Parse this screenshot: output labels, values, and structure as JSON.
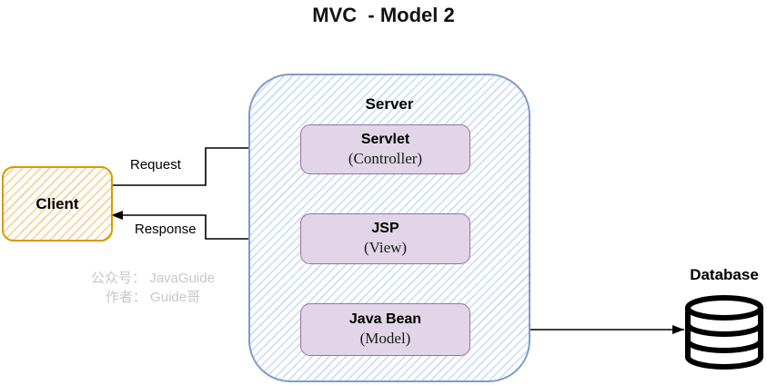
{
  "title": "MVC  - Model 2",
  "client": {
    "label": "Client"
  },
  "server": {
    "label": "Server",
    "components": [
      {
        "name": "Servlet",
        "role": "(Controller)"
      },
      {
        "name": "JSP",
        "role": "(View)"
      },
      {
        "name": "Java Bean",
        "role": "(Model)"
      }
    ]
  },
  "database": {
    "label": "Database"
  },
  "edges": {
    "request_label": "Request",
    "response_label": "Response"
  },
  "watermark": {
    "line1": "公众号： JavaGuide",
    "line2": "作者： Guide哥"
  },
  "colors": {
    "client_border": "#D79B00",
    "client_hatch": "#F3D6AC",
    "server_border": "#7E9BC9",
    "server_hatch": "#D3E0F2",
    "component_border": "#9673A6",
    "component_fill": "#E1D5E7",
    "arrow": "#000000",
    "watermark_text": "#C8C8C8"
  }
}
